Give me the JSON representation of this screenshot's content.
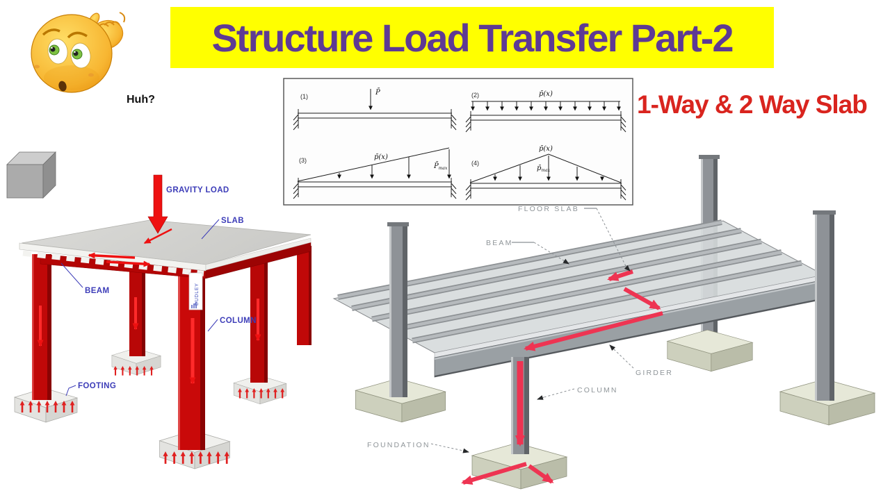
{
  "banner": {
    "title": "Structure Load Transfer Part-2"
  },
  "subtitle": "1-Way & 2 Way Slab",
  "emoji": {
    "caption": "Huh?"
  },
  "load_diagram_panel": {
    "d1": {
      "num": "(1)",
      "load": "P̄"
    },
    "d2": {
      "num": "(2)",
      "load": "p̄(x)"
    },
    "d3": {
      "num": "(3)",
      "load": "p̄(x)",
      "max_base": "P̄",
      "max_sub": "max"
    },
    "d4": {
      "num": "(4)",
      "load": "p̄(x)",
      "max_base": "p̄",
      "max_sub": "max"
    }
  },
  "left_structure": {
    "labels": {
      "gravity_load": "GRAVITY LOAD",
      "slab": "SLAB",
      "beam": "BEAM",
      "column": "COLUMN",
      "footing": "FOOTING"
    },
    "watermark": "DUDLEY"
  },
  "right_structure": {
    "labels": {
      "floor_slab": "FLOOR SLAB",
      "beam": "BEAM",
      "girder": "GIRDER",
      "column": "COLUMN",
      "foundation": "FOUNDATION"
    }
  },
  "colors": {
    "banner_bg": "#FFFF00",
    "title_text": "#5E3A94",
    "subtitle_text": "#D9241E",
    "frame_red": "#C00808",
    "arrow_bright_red": "#EE1111",
    "load_path_red": "#EE3452",
    "label_blue": "#3C3CB8",
    "cad_label_gray": "#8F9599",
    "steel_gray": "#8E9296"
  }
}
